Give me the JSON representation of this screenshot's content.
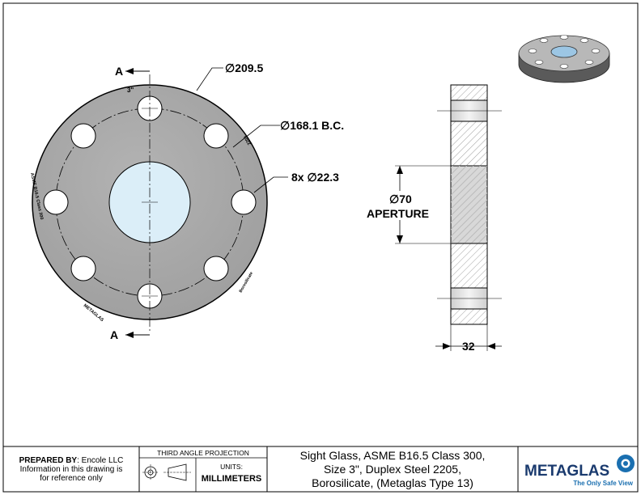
{
  "dimensions": {
    "outer_diameter": "209.5",
    "bolt_circle": "168.1 B.C.",
    "holes_count": "8x",
    "hole_diameter": "22.3",
    "aperture_value": "70",
    "aperture_label": "APERTURE",
    "thickness": "32",
    "diameter_symbol": "∅"
  },
  "section": {
    "label_top": "A",
    "label_bottom": "A"
  },
  "engravings": {
    "size_mark": "3\"",
    "class_mark": "ASME B16.5 Class 300",
    "material_mark": "2205",
    "glass_mark": "Borosilicate",
    "brand_mark": "METAGLAS"
  },
  "title_block": {
    "prepared_by_label": "PREPARED BY",
    "prepared_by_value": ": Encole LLC",
    "note_line1": "Information in this drawing is",
    "note_line2": "for reference only",
    "projection": "THIRD ANGLE PROJECTION",
    "units_label": "UNITS:",
    "units_value": "MILLIMETERS",
    "title_line1": "Sight Glass, ASME B16.5 Class 300,",
    "title_line2": "Size 3\", Duplex Steel 2205,",
    "title_line3": "Borosilicate, (Metaglas Type 13)",
    "logo": "METAGLAS",
    "tagline": "The Only Safe View"
  },
  "colors": {
    "flange_gray": "#a8a8a8",
    "glass_blue": "#dbeef8",
    "logo_blue": "#1a3a6e",
    "tagline_blue": "#1a6fb0"
  }
}
